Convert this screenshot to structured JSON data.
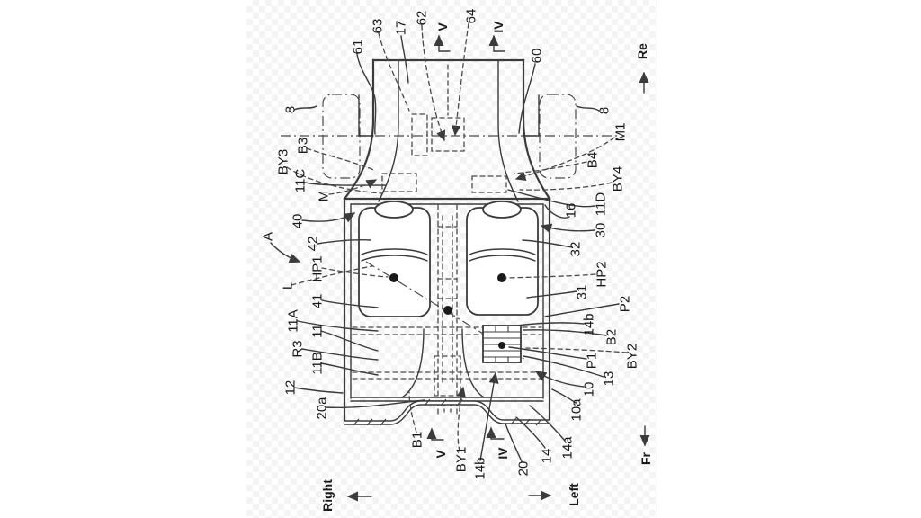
{
  "drawing": {
    "refs": {
      "8": "8",
      "10": "10",
      "10a": "10a",
      "11": "11",
      "11A": "11A",
      "11B": "11B",
      "11C": "11C",
      "11D": "11D",
      "12": "12",
      "13": "13",
      "14": "14",
      "14a": "14a",
      "14b": "14b",
      "16": "16",
      "17": "17",
      "20": "20",
      "20a": "20a",
      "30": "30",
      "31": "31",
      "32": "32",
      "40": "40",
      "41": "41",
      "42": "42",
      "60": "60",
      "61": "61",
      "62": "62",
      "63": "63",
      "64": "64",
      "A": "A",
      "B1": "B1",
      "B2": "B2",
      "B3": "B3",
      "B4": "B4",
      "BY1": "BY1",
      "BY2": "BY2",
      "BY3": "BY3",
      "BY4": "BY4",
      "HP1": "HP1",
      "HP2": "HP2",
      "L": "L",
      "M": "M",
      "M1": "M1",
      "P1": "P1",
      "P2": "P2",
      "R3": "R3"
    },
    "sections": {
      "V": "V",
      "IV": "IV"
    },
    "directions": {
      "rear": "Re",
      "front": "Fr",
      "right": "Right",
      "left": "Left"
    },
    "colors": {
      "line": "#3b3b3b",
      "label": "#1a1a1a",
      "background": "#ffffff",
      "checker": "#f4f4f4"
    }
  }
}
